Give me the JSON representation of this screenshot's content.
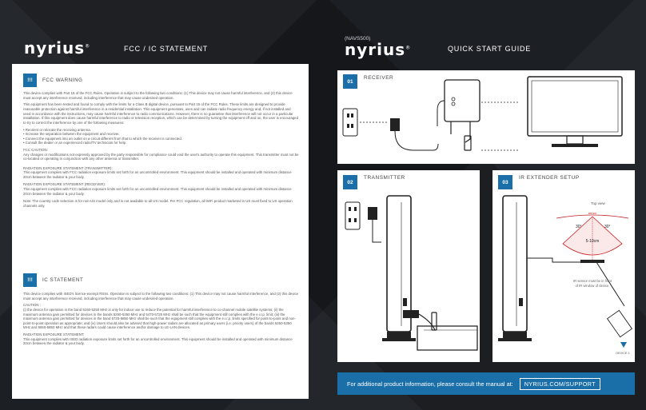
{
  "left": {
    "logo": "nyrius",
    "logo_mark": "®",
    "header_title": "FCC / IC STATEMENT",
    "fcc": {
      "badge": "!!!",
      "title": "FCC WARNING",
      "p1": "This device complies with Part 15 of the FCC Rules. Operation is subject to the following two conditions: (1) This device may not cause harmful interference, and (2) this device must accept any interference received, including interference that may cause undesired operation.",
      "p2": "This equipment has been tested and found to comply with the limits for a Class B digital device, pursuant to Part 15 of the FCC Rules. These limits are designed to provide reasonable protection against harmful interference in a residential installation. This equipment generates, uses and can radiate radio frequency energy and, if not installed and used in accordance with the instructions, may cause harmful interference to radio communications. However, there is no guarantee that interference will not occur in a particular installation. If this equipment does cause harmful interference to radio or television reception, which can be determined by turning the equipment off and on, the user is encouraged to try to correct the interference by one of the following measures:",
      "bullets": [
        "• Reorient or relocate the receiving antenna.",
        "• Increase the separation between the equipment and receiver.",
        "• Connect the equipment into an outlet on a circuit different from that to which the receiver is connected.",
        "• Consult the dealer or an experienced radio/TV technician for help."
      ],
      "caution_head": "FCC CAUTION:",
      "caution": "Any changes or modifications not expressly approved by the party responsible for compliance could void the user's authority to operate this equipment. This transmitter must not be co-located or operating in conjunction with any other antenna or transmitter.",
      "tx_head": "RADIATION EXPOSURE STATEMENT (TRANSMITTER):",
      "tx": "This equipment complies with FCC radiation exposure limits set forth for an uncontrolled environment. This equipment should be installed and operated with minimum distance 20cm between the radiator & your body.",
      "rx_head": "RADIATION EXPOSURE STATEMENT (RECEIVER):",
      "rx": "This equipment complies with FCC radiation exposure limits set forth for an uncontrolled environment. This equipment should be installed and operated with minimum distance 20cm between the radiator & your body.",
      "note": "Note: The country code selection is for non-US model only and is not available to all US model. Per FCC regulation, all WiFi product marketed in US must fixed to US operation channels only."
    },
    "ic": {
      "badge": "!!!",
      "title": "IC STATEMENT",
      "p1": "This device complies with ISED's licence-exempt RSSs. Operation is subject to the following two conditions: (1) This device may not cause harmful interference, and (2) this device must accept any interference received, including interference that may cause undesired operation.",
      "caution_head": "CAUTION :",
      "caution": "(i) the device for operation in the band 5150-5250 MHz is only for indoor use to reduce the potential for harmful interference to co-channel mobile satellite systems; (ii) the maximum antenna gain permitted for devices in the bands 5250-5350 MHz and 5470-5725 MHz shall be such that the equipment still complies with the e.i.r.p. limit; (iii) the maximum antenna gain permitted for devices in the band 5725-5850 MHz shall be such that the equipment still complies with the e.i.r.p. limits specified for point-to-point and non-point-to-point operation as appropriate; and (iv) Users should also be advised that high-power radars are allocated as primary users (i.e. priority users) of the bands 5250-5350 MHz and 5650-5850 MHz and that these radars could cause interference and/or damage to LE-LAN devices.",
      "exp_head": "RADIATION EXPOSURE STATEMENT:",
      "exp": "This equipment complies with ISED radiation exposure limits set forth for an uncontrolled environment. This equipment should be installed and operated with minimum distance 20cm between the radiator & your body."
    }
  },
  "right": {
    "model": "(NAVS500)",
    "logo": "nyrius",
    "logo_mark": "®",
    "header_title": "QUICK START GUIDE",
    "panels": [
      {
        "num": "01",
        "title": "RECEIVER"
      },
      {
        "num": "02",
        "title": "TRANSMITTER"
      },
      {
        "num": "03",
        "title": "IR EXTENDER SETUP"
      }
    ],
    "ir": {
      "top_view": "Top view",
      "sensor": "sensor",
      "angle_left": "30°",
      "angle_right": "30°",
      "distance": "5-10cm",
      "note_line1": "IR sensor must be in front",
      "note_line2": "of IR window of device.",
      "device_label": "DEVICE 1"
    },
    "footer_text": "For additional product information, please consult the manual at:",
    "footer_url": "NYRIUS.COM/SUPPORT"
  },
  "colors": {
    "accent": "#1b6fa8",
    "background": "#1c1f24"
  }
}
